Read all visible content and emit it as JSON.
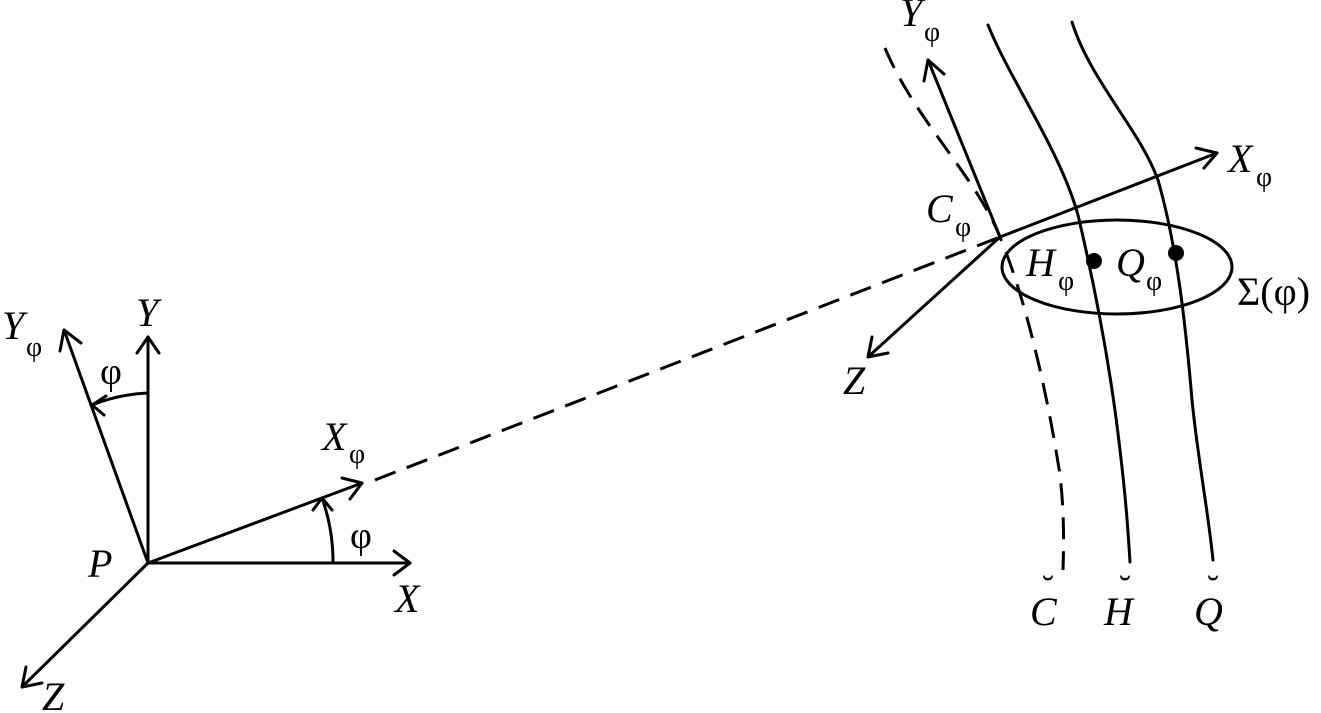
{
  "left_frame": {
    "origin": "P",
    "x_axis": "X",
    "y_axis": "Y",
    "z_axis": "Z",
    "xphi_axis": "X",
    "yphi_axis": "Y",
    "phi_subscript": "φ",
    "angle_symbol": "φ"
  },
  "right_frame": {
    "origin": "C",
    "xphi_axis": "X",
    "yphi_axis": "Y",
    "z_axis": "Z",
    "phi_subscript": "φ"
  },
  "points": {
    "h_point": "H",
    "q_point": "Q",
    "phi_subscript": "φ"
  },
  "section_label": "Σ(φ)",
  "curves": {
    "c_curve": "C",
    "h_curve": "H",
    "q_curve": "Q",
    "breve": "˘"
  }
}
